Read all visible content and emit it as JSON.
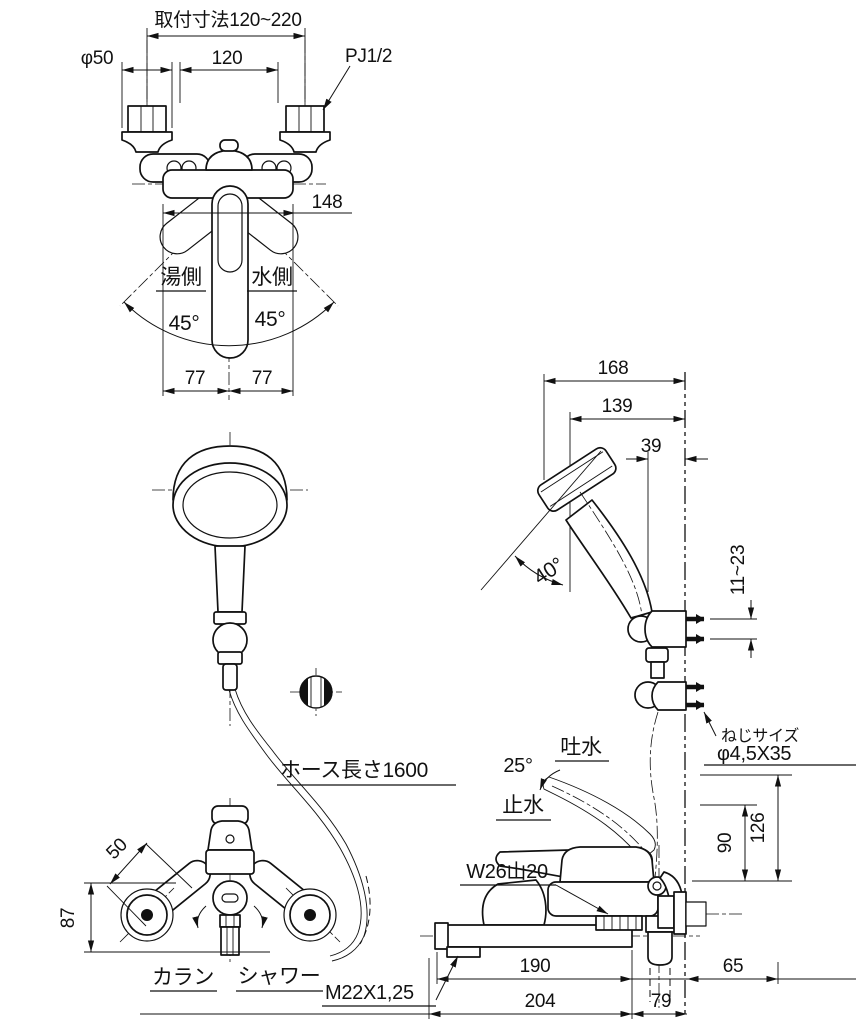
{
  "views": {
    "front_top": {
      "mount_range": "取付寸法120~220",
      "flange_dia": "φ50",
      "center_dist": "120",
      "thread": "PJ1/2",
      "body_width": "148",
      "hot_label": "湯側",
      "cold_label": "水側",
      "swing_left": "45°",
      "swing_right": "45°",
      "half_left": "77",
      "half_right": "77"
    },
    "shower_front": {
      "hose_length": "ホース長さ1600"
    },
    "shower_side": {
      "proj_168": "168",
      "proj_139": "139",
      "proj_39": "39",
      "head_angle": "40°",
      "hook_range": "11~23",
      "screw_note_line1": "ねじサイズ",
      "screw_note_line2": "φ4,5X35"
    },
    "mixer_front": {
      "leg_dia": "50",
      "drop": "87",
      "spout_label": "カラン",
      "shower_label": "シャワー"
    },
    "mixer_side": {
      "lever_angle": "25°",
      "open_label": "吐水",
      "close_label": "止水",
      "hose_thread": "W26山20",
      "spout_thread": "M22X1,25",
      "h_90": "90",
      "h_126": "126",
      "len_190": "190",
      "len_65": "65",
      "len_204": "204",
      "len_79": "79"
    }
  },
  "colors": {
    "line": "#111111",
    "background": "#ffffff"
  }
}
